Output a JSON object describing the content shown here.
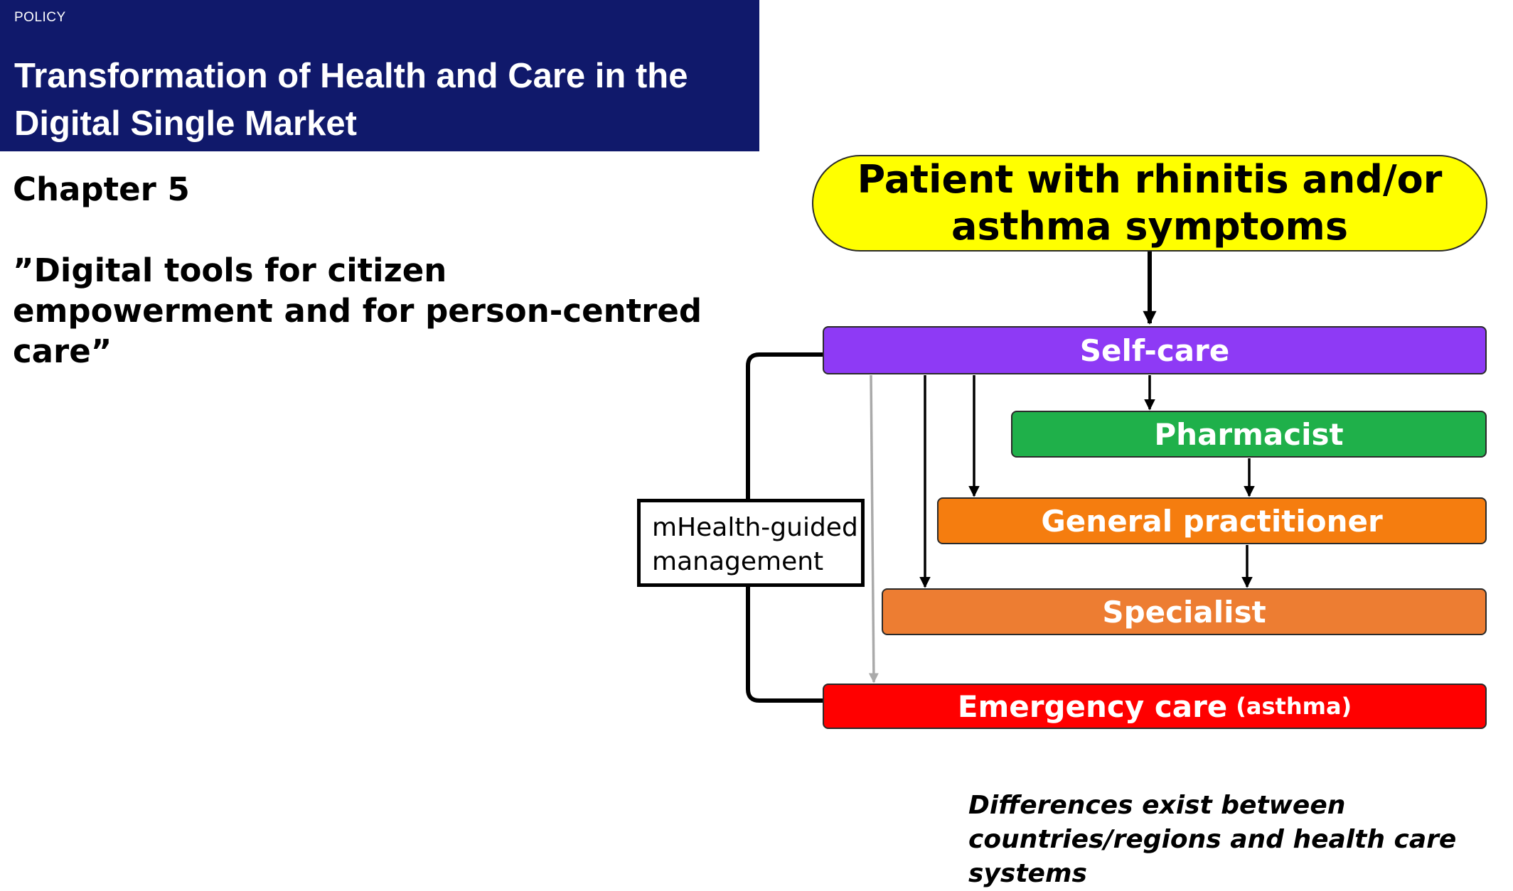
{
  "banner": {
    "tag": "POLICY",
    "title": "Transformation of Health and Care in the Digital Single Market"
  },
  "chapter": "Chapter 5",
  "subtitle": "”Digital tools for citizen empowerment and for person-centred care”",
  "diagram": {
    "patient": "Patient with rhinitis and/or asthma symptoms",
    "self_care": "Self-care",
    "pharmacist": "Pharmacist",
    "general_practitioner": "General practitioner",
    "specialist": "Specialist",
    "emergency": "Emergency care",
    "emergency_qualifier": "(asthma)",
    "mhealth_label": "mHealth-guided management",
    "colors": {
      "patient": "#ffff00",
      "self_care": "#8e3af5",
      "pharmacist": "#1fb04a",
      "general_practitioner": "#f57d0f",
      "specialist": "#ed7d32",
      "emergency": "#ff0000"
    }
  },
  "note": "Differences exist between countries/regions and health care systems"
}
